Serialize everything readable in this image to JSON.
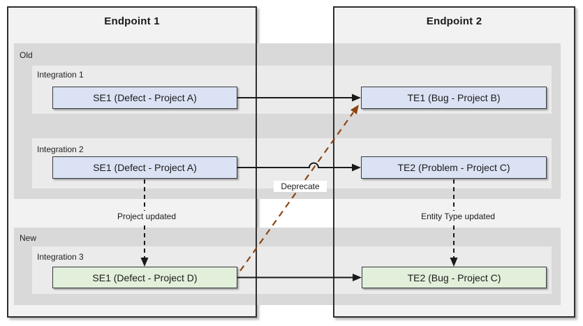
{
  "endpoints": {
    "e1": "Endpoint 1",
    "e2": "Endpoint 2"
  },
  "bands": {
    "old": "Old",
    "new": "New"
  },
  "integrations": {
    "i1": "Integration 1",
    "i2": "Integration 2",
    "i3": "Integration 3"
  },
  "entities": {
    "se1_i1": "SE1 (Defect - Project A)",
    "te1": "TE1 (Bug - Project B)",
    "se1_i2": "SE1 (Defect - Project A)",
    "te2_old": "TE2 (Problem - Project C)",
    "se1_i3": "SE1 (Defect - Project D)",
    "te2_new": "TE2 (Bug - Project C)"
  },
  "labels": {
    "project_updated": "Project updated",
    "entity_type_updated": "Entity Type updated",
    "deprecate": "Deprecate"
  },
  "colors": {
    "endpoint_fill": "#f2f2f2",
    "band_fill": "#d9d9d9",
    "integration_lane_fill": "#ebebeb",
    "blue_entity_fill": "#dbe2f4",
    "green_entity_fill": "#e2efda",
    "box_border": "#2e2e2e",
    "arrow_black": "#1a1a1a",
    "deprecate_brown": "#8b4513"
  }
}
